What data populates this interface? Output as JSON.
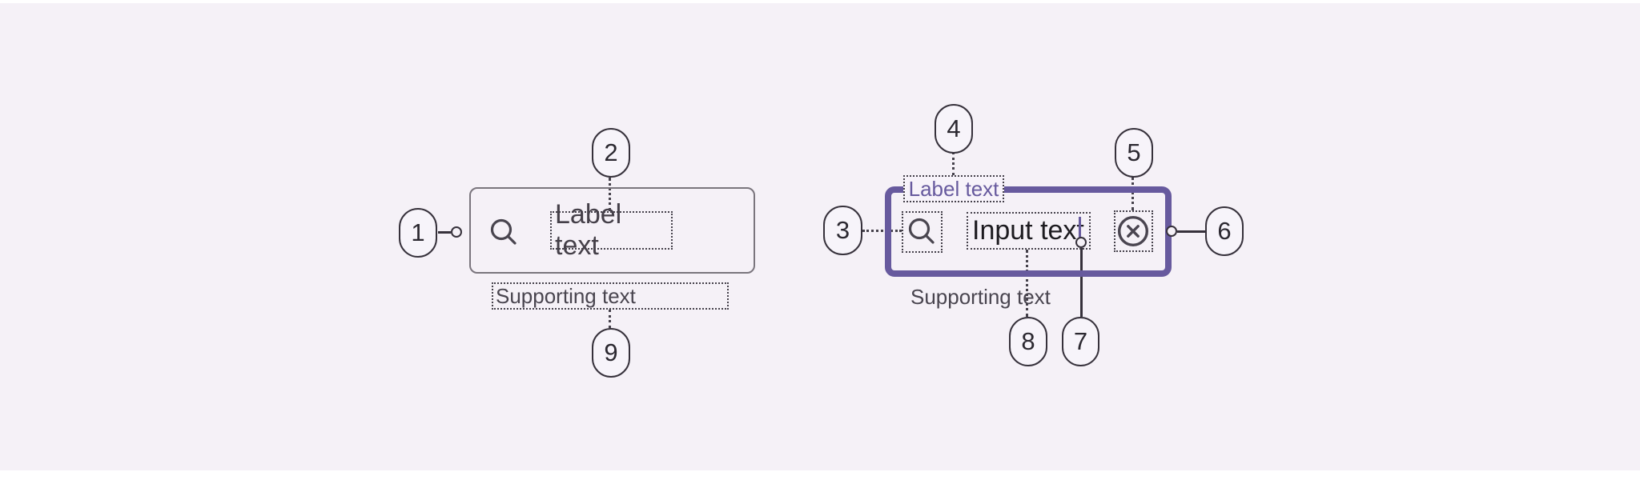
{
  "page": {
    "background_color": "#F5F1F7",
    "accent_color": "#675A9E",
    "outline_color": "#7A757D",
    "annotation_color": "#36313B"
  },
  "left_field": {
    "state": "enabled search field",
    "leading_icon": "search-icon",
    "label_text": "Label text",
    "supporting_text": "Supporting text"
  },
  "right_field": {
    "state": "focused search field",
    "leading_icon": "search-icon",
    "trailing_icon": "close-circle-icon",
    "label_text": "Label text",
    "input_text": "Input text",
    "supporting_text": "Supporting text"
  },
  "callouts": {
    "c1": "1",
    "c2": "2",
    "c3": "3",
    "c4": "4",
    "c5": "5",
    "c6": "6",
    "c7": "7",
    "c8": "8",
    "c9": "9"
  }
}
